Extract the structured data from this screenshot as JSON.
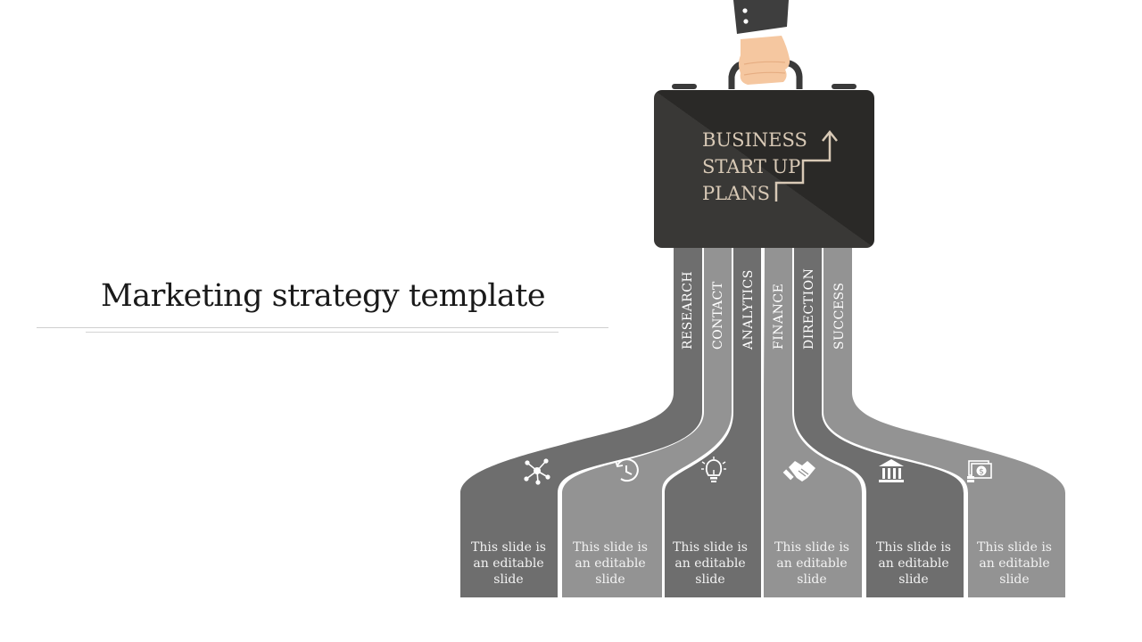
{
  "slide": {
    "title": "Marketing strategy template"
  },
  "briefcase": {
    "lines": [
      "BUSINESS",
      "START UP",
      "PLANS"
    ]
  },
  "colors": {
    "dark_strip": "#6e6e6e",
    "light_strip": "#939393",
    "briefcase": "#2e2d2b",
    "briefcase_text": "#d8c9b6",
    "sleeve": "#3e3e3e",
    "hand": "#f5c7a0"
  },
  "strips": [
    {
      "label": "RESEARCH",
      "icon": "network-icon",
      "text": [
        "This slide is",
        "an editable",
        "slide"
      ]
    },
    {
      "label": "CONTACT",
      "icon": "clock-icon",
      "text": [
        "This slide is",
        "an editable",
        "slide"
      ]
    },
    {
      "label": "ANALYTICS",
      "icon": "lightbulb-icon",
      "text": [
        "This slide is",
        "an editable",
        "slide"
      ]
    },
    {
      "label": "FINANCE",
      "icon": "handshake-icon",
      "text": [
        "This slide is",
        "an editable",
        "slide"
      ]
    },
    {
      "label": "DIRECTION",
      "icon": "bank-icon",
      "text": [
        "This slide is",
        "an editable",
        "slide"
      ]
    },
    {
      "label": "SUCCESS",
      "icon": "money-icon",
      "text": [
        "This slide is",
        "an editable",
        "slide"
      ]
    }
  ]
}
